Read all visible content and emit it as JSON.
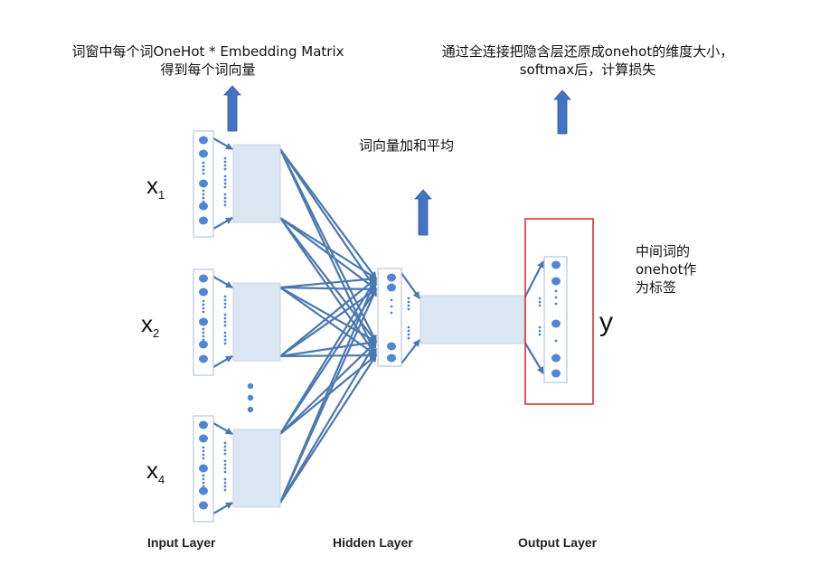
{
  "annotations": {
    "embedding_line1": "词窗中每个词OneHot * Embedding Matrix",
    "embedding_line2": "得到每个词向量",
    "average": "词向量加和平均",
    "output_line1": "通过全连接把隐含层还原成onehot的维度大小，",
    "output_line2": "softmax后，计算损失",
    "label_line1": "中间词的",
    "label_line2": "onehot作",
    "label_line3": "为标签"
  },
  "variables": {
    "x1": "x",
    "x1_sub": "1",
    "x2": "x",
    "x2_sub": "2",
    "x4": "x",
    "x4_sub": "4",
    "y": "y"
  },
  "layers": {
    "input": "Input Layer",
    "hidden": "Hidden Layer",
    "output": "Output Layer"
  },
  "colors": {
    "arrow": "#4a78b0",
    "node": "#4f86d6",
    "box_fill": "#dbe6f3",
    "up_arrow": "#4472c4",
    "highlight": "#e03030"
  }
}
